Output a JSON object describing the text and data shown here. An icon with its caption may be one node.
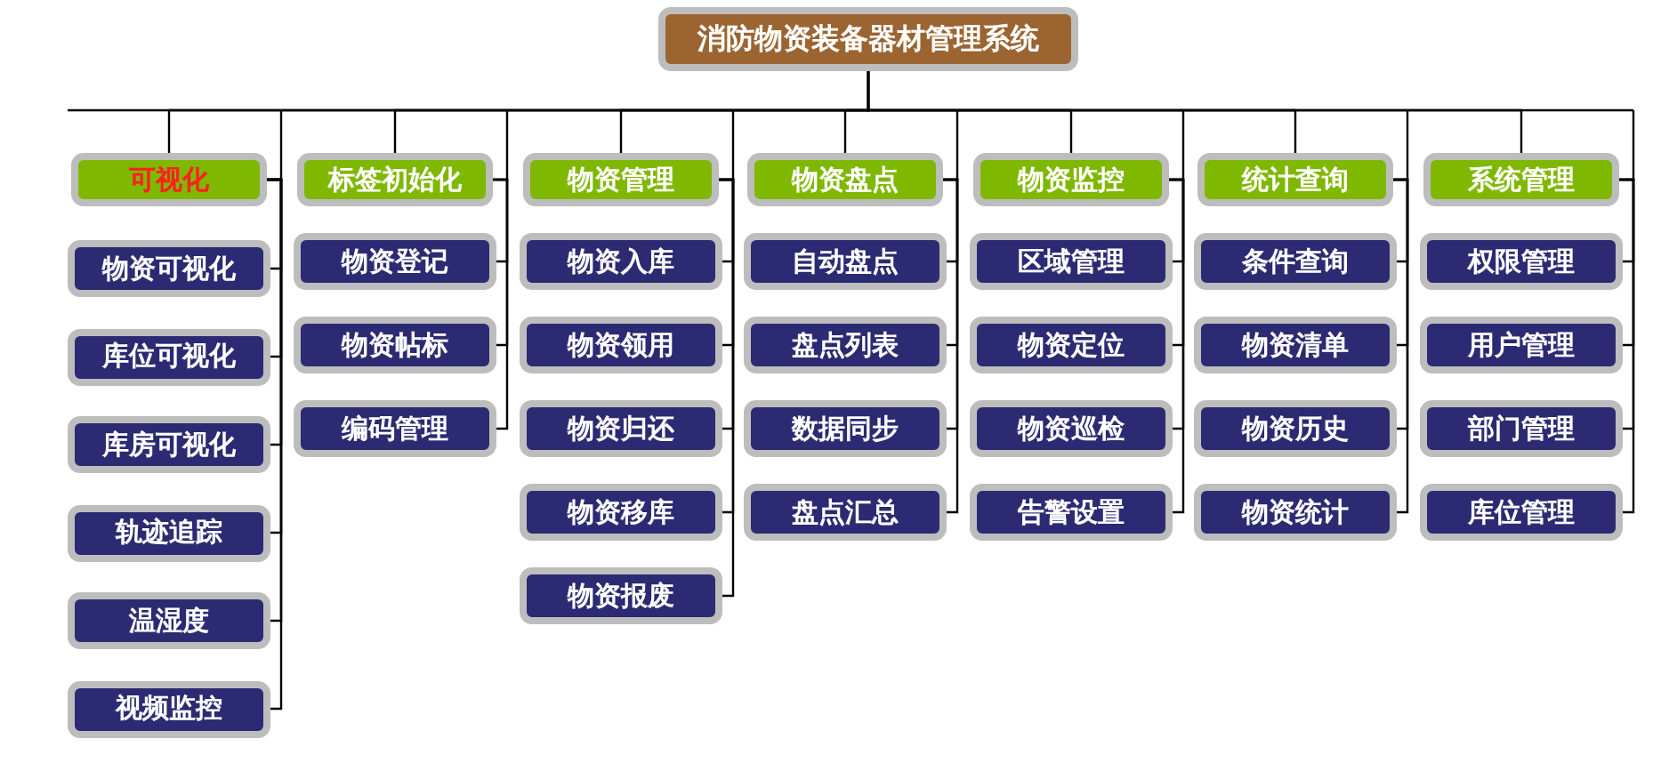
{
  "diagram": {
    "nodes": [
      {
        "text": [
          "消防物资装备器材管理系统"
        ]
      },
      {
        "text": [
          "可视化"
        ]
      },
      {
        "text": [
          "物资可视化"
        ]
      },
      {
        "text": [
          "库位可视化"
        ]
      },
      {
        "text": [
          "库房可视化"
        ]
      },
      {
        "text": [
          "轨迹追踪"
        ]
      },
      {
        "text": [
          "温湿度"
        ]
      },
      {
        "text": [
          "视频监控"
        ]
      },
      {
        "text": [
          "标签初始化"
        ]
      },
      {
        "text": [
          "物资登记"
        ]
      },
      {
        "text": [
          "物资帖标"
        ]
      },
      {
        "text": [
          "编码管理"
        ]
      },
      {
        "text": [
          "物资管理"
        ]
      },
      {
        "text": [
          "物资入库"
        ]
      },
      {
        "text": [
          "物资领用"
        ]
      },
      {
        "text": [
          "物资归还"
        ]
      },
      {
        "text": [
          "物资移库"
        ]
      },
      {
        "text": [
          "物资报废"
        ]
      },
      {
        "text": [
          "物资盘点"
        ]
      },
      {
        "text": [
          "自动盘点"
        ]
      },
      {
        "text": [
          "盘点列表"
        ]
      },
      {
        "text": [
          "数据同步"
        ]
      },
      {
        "text": [
          "盘点汇总"
        ]
      },
      {
        "text": [
          "物资监控"
        ]
      },
      {
        "text": [
          "区域管理"
        ]
      },
      {
        "text": [
          "物资定位"
        ]
      },
      {
        "text": [
          "物资巡检"
        ]
      },
      {
        "text": [
          "告警设置"
        ]
      },
      {
        "text": [
          "统计查询"
        ]
      },
      {
        "text": [
          "条件查询"
        ]
      },
      {
        "text": [
          "物资清单"
        ]
      },
      {
        "text": [
          "物资历史"
        ]
      },
      {
        "text": [
          "物资统计"
        ]
      },
      {
        "text": [
          "系统管理"
        ]
      },
      {
        "text": [
          "权限管理"
        ]
      },
      {
        "text": [
          "用户管理"
        ]
      },
      {
        "text": [
          "部门管理"
        ]
      },
      {
        "text": [
          "库位管理"
        ]
      }
    ],
    "edges": [
      {
        "from": 0,
        "to": 1,
        "arrow": "none"
      },
      {
        "from": 0,
        "to": 8,
        "arrow": "none"
      },
      {
        "from": 0,
        "to": 12,
        "arrow": "none"
      },
      {
        "from": 0,
        "to": 18,
        "arrow": "none"
      },
      {
        "from": 0,
        "to": 23,
        "arrow": "none"
      },
      {
        "from": 0,
        "to": 28,
        "arrow": "none"
      },
      {
        "from": 0,
        "to": 33,
        "arrow": "none"
      },
      {
        "from": 1,
        "to": 2,
        "arrow": "none"
      },
      {
        "from": 1,
        "to": 3,
        "arrow": "none"
      },
      {
        "from": 1,
        "to": 4,
        "arrow": "none"
      },
      {
        "from": 1,
        "to": 5,
        "arrow": "none"
      },
      {
        "from": 1,
        "to": 6,
        "arrow": "none"
      },
      {
        "from": 1,
        "to": 7,
        "arrow": "none"
      },
      {
        "from": 8,
        "to": 9,
        "arrow": "none"
      },
      {
        "from": 8,
        "to": 10,
        "arrow": "none"
      },
      {
        "from": 8,
        "to": 11,
        "arrow": "none"
      },
      {
        "from": 12,
        "to": 13,
        "arrow": "none"
      },
      {
        "from": 12,
        "to": 14,
        "arrow": "none"
      },
      {
        "from": 12,
        "to": 15,
        "arrow": "none"
      },
      {
        "from": 12,
        "to": 16,
        "arrow": "none"
      },
      {
        "from": 12,
        "to": 17,
        "arrow": "none"
      },
      {
        "from": 18,
        "to": 19,
        "arrow": "none"
      },
      {
        "from": 18,
        "to": 20,
        "arrow": "none"
      },
      {
        "from": 18,
        "to": 21,
        "arrow": "none"
      },
      {
        "from": 18,
        "to": 22,
        "arrow": "none"
      },
      {
        "from": 23,
        "to": 24,
        "arrow": "none"
      },
      {
        "from": 23,
        "to": 25,
        "arrow": "none"
      },
      {
        "from": 23,
        "to": 26,
        "arrow": "none"
      },
      {
        "from": 23,
        "to": 27,
        "arrow": "none"
      },
      {
        "from": 28,
        "to": 29,
        "arrow": "none"
      },
      {
        "from": 28,
        "to": 30,
        "arrow": "none"
      },
      {
        "from": 28,
        "to": 31,
        "arrow": "none"
      },
      {
        "from": 28,
        "to": 32,
        "arrow": "none"
      },
      {
        "from": 33,
        "to": 34,
        "arrow": "none"
      },
      {
        "from": 33,
        "to": 35,
        "arrow": "none"
      },
      {
        "from": 33,
        "to": 36,
        "arrow": "none"
      },
      {
        "from": 33,
        "to": 37,
        "arrow": "none"
      }
    ]
  }
}
